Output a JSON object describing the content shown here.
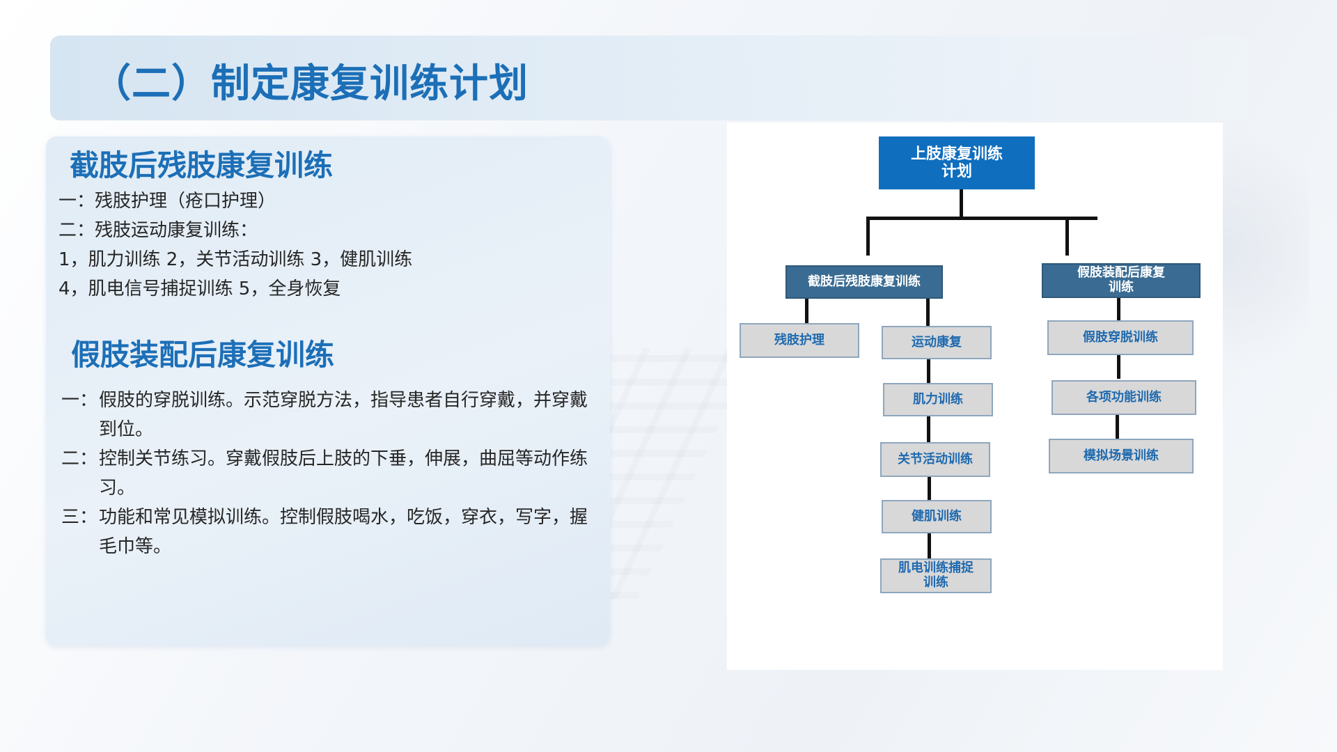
{
  "title": "（二）制定康复训练计划",
  "left": {
    "section1": {
      "heading": "截肢后残肢康复训练",
      "lines": [
        "一：残肢护理（疮口护理）",
        "二：残肢运动康复训练：",
        "1，肌力训练  2，关节活动训练   3，健肌训练",
        "4，肌电信号捕捉训练   5，全身恢复"
      ]
    },
    "section2": {
      "heading": "假肢装配后康复训练",
      "items": [
        {
          "num": "一：",
          "text": "假肢的穿脱训练。示范穿脱方法，指导患者自行穿戴，并穿戴到位。"
        },
        {
          "num": "二：",
          "text": "控制关节练习。穿戴假肢后上肢的下垂，伸展，曲屈等动作练习。"
        },
        {
          "num": "三：",
          "text": "功能和常见模拟训练。控制假肢喝水，吃饭，穿衣，写字，握毛巾等。"
        }
      ]
    }
  },
  "diagram": {
    "root": "上肢康复训练\n计划",
    "branch_left": "截肢后残肢康复训练",
    "branch_right": "假肢装配后康复\n训练",
    "left_children": [
      "残肢护理",
      "运动康复"
    ],
    "motion_children": [
      "肌力训练",
      "关节活动训练",
      "健肌训练",
      "肌电训练捕捉\n训练"
    ],
    "right_children": [
      "假肢穿脱训练",
      "各项功能训练",
      "模拟场景训练"
    ]
  },
  "colors": {
    "title": "#1c6fb7",
    "root_fill": "#0f6ebd",
    "branch_fill": "#3a6c93",
    "leaf_fill": "#d8d8d8",
    "leaf_text": "#1f6ab0"
  }
}
